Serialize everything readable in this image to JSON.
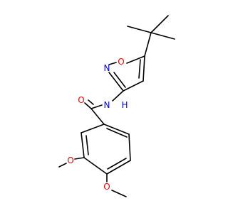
{
  "molecule": {
    "colors": {
      "bond": "#000000",
      "O": "#ff0000",
      "N": "#0000ff",
      "background": "#ffffff"
    },
    "atoms": [
      {
        "id": "o-carbonyl",
        "symbol": "O",
        "label": "O"
      },
      {
        "id": "n-amide",
        "symbol": "N",
        "label": "N"
      },
      {
        "id": "h-amide",
        "symbol": "H",
        "label": "H"
      },
      {
        "id": "n-isoxazole",
        "symbol": "N",
        "label": "N"
      },
      {
        "id": "o-isoxazole",
        "symbol": "O",
        "label": "O"
      },
      {
        "id": "o-methoxy-3",
        "symbol": "O",
        "label": "O"
      },
      {
        "id": "o-methoxy-4",
        "symbol": "O",
        "label": "O"
      }
    ]
  }
}
